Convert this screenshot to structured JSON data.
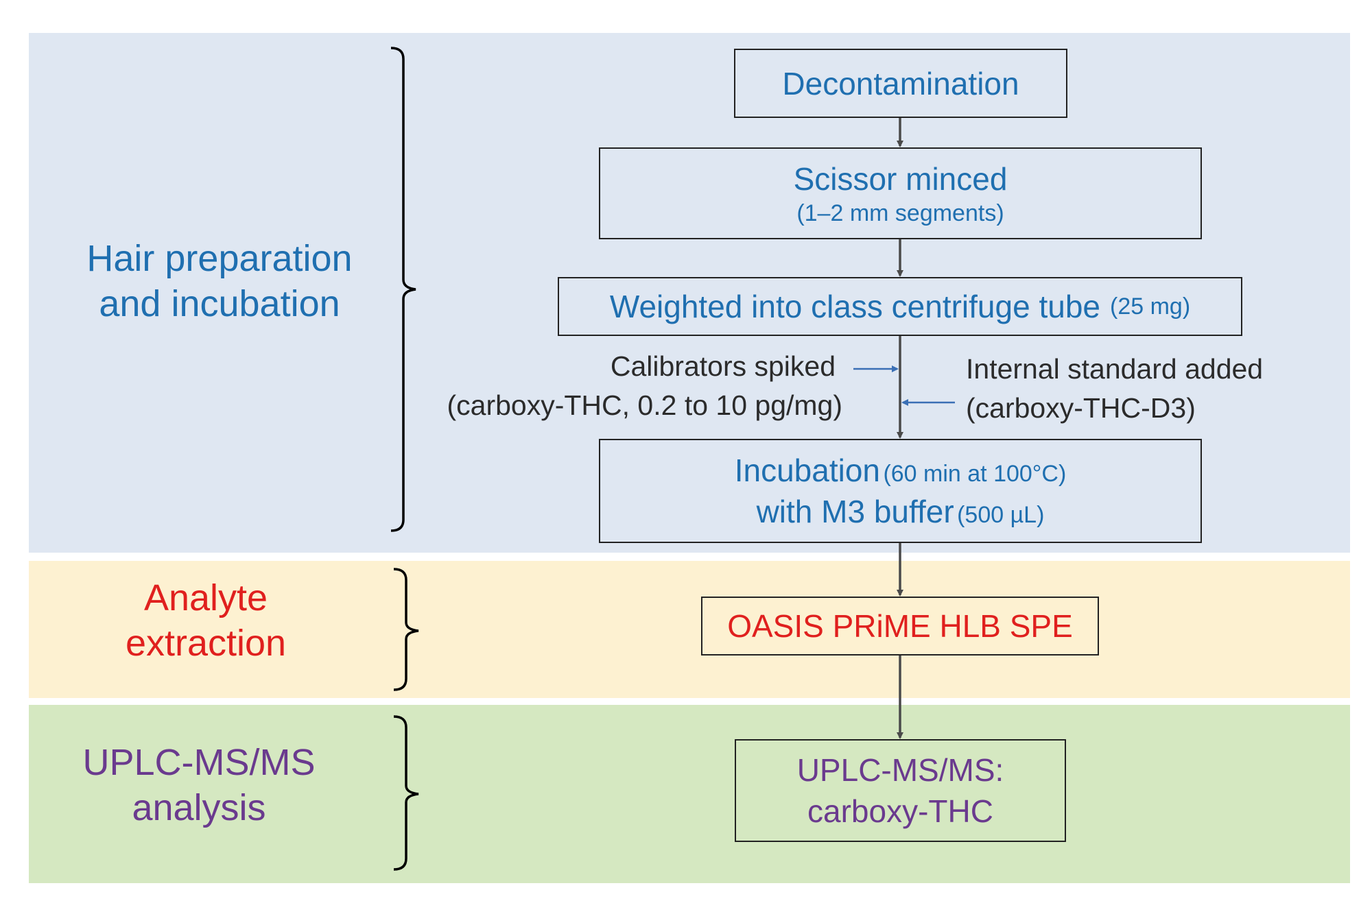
{
  "stages": {
    "prep": {
      "line1": "Hair preparation",
      "line2": "and incubation",
      "color": "#1f6fb0"
    },
    "extract": {
      "line1": "Analyte",
      "line2": "extraction",
      "color": "#e0201e"
    },
    "analysis": {
      "line1": "UPLC-MS/MS",
      "line2": "analysis",
      "color": "#6a3a8e"
    }
  },
  "steps": {
    "decontamination": {
      "label": "Decontamination"
    },
    "minced": {
      "label": "Scissor minced",
      "detail": "(1–2 mm segments)"
    },
    "weighed": {
      "label": "Weighted into class centrifuge tube",
      "detail": "(25 mg)"
    },
    "incubation": {
      "label1": "Incubation",
      "detail1": "(60 min at 100°C)",
      "label2": "with M3 buffer",
      "detail2": "(500 µL)"
    },
    "spe": {
      "label": "OASIS PRiME HLB SPE"
    },
    "uplc": {
      "line1": "UPLC-MS/MS:",
      "line2": "carboxy-THC"
    }
  },
  "side_inputs": {
    "calibrators": {
      "line1": "Calibrators spiked",
      "line2": "(carboxy-THC, 0.2 to 10 pg/mg)"
    },
    "internal_standard": {
      "line1": "Internal standard added",
      "line2": "(carboxy-THC-D3)"
    }
  },
  "colors": {
    "prep_band": "#dfe7f2",
    "extract_band": "#fdf1d1",
    "analysis_band": "#d5e8c1",
    "arrow": "#4a4a4a",
    "side_arrow": "#3a6fb5"
  }
}
